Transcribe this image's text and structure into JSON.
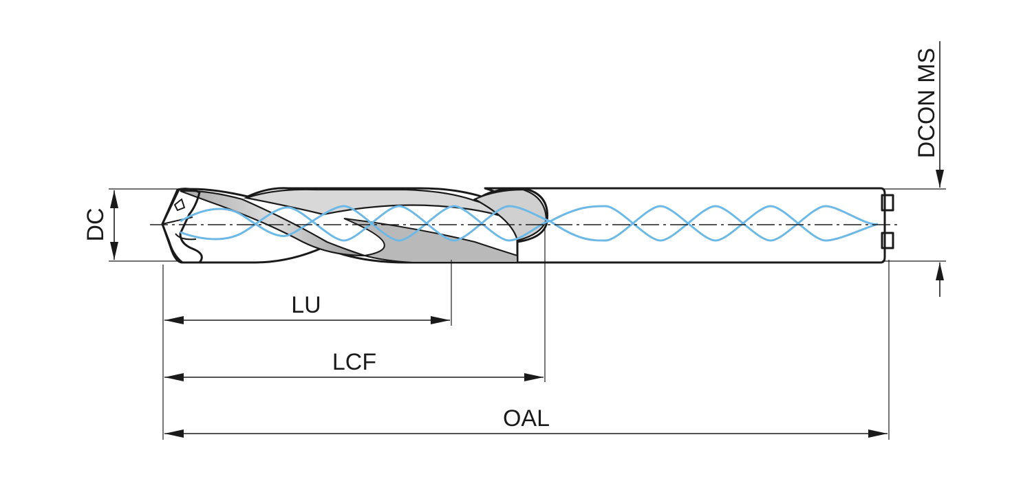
{
  "labels": {
    "dc": "DC",
    "lu": "LU",
    "lcf": "LCF",
    "oal": "OAL",
    "dcon_ms": "DCON MS"
  },
  "colors": {
    "outline": "#1a1a1a",
    "helix": "#6cb8e6",
    "body_light": "#e6e6e6",
    "body_dark": "#8c8c8c",
    "background": "#ffffff"
  },
  "icons": {
    "drill": "twist-drill-icon"
  }
}
